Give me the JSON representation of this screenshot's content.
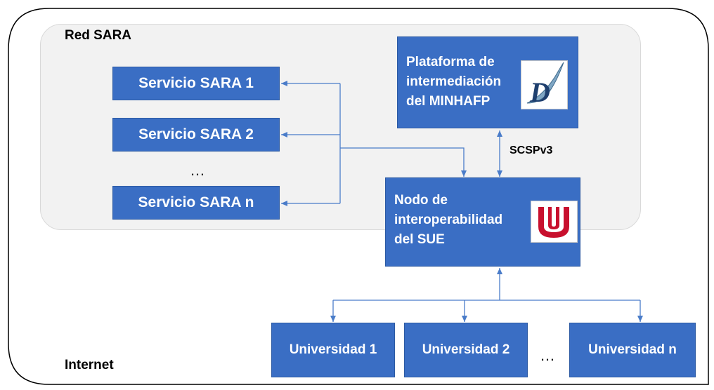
{
  "zones": {
    "outer_label": "Internet",
    "inner_label": "Red SARA"
  },
  "services": [
    {
      "label": "Servicio SARA 1"
    },
    {
      "label": "Servicio SARA 2"
    },
    {
      "label": "Servicio SARA n"
    }
  ],
  "services_ellipsis": "…",
  "platform": {
    "label": "Plataforma de\nintermediación\ndel MINHAFP",
    "logo_icon": "d-letter-swoosh-logo"
  },
  "protocol_label": "SCSPv3",
  "node": {
    "label": "Nodo de\ninteroperabilidad\ndel SUE",
    "logo_icon": "sue-red-u-logo",
    "logo_color": "#c8102e"
  },
  "universities": [
    {
      "label": "Universidad 1"
    },
    {
      "label": "Universidad 2"
    },
    {
      "label": "Universidad n"
    }
  ],
  "universities_ellipsis": "…",
  "colors": {
    "box_fill": "#3a6ec4",
    "connector": "#4a7cc9",
    "inner_zone_fill": "#f2f2f2"
  }
}
